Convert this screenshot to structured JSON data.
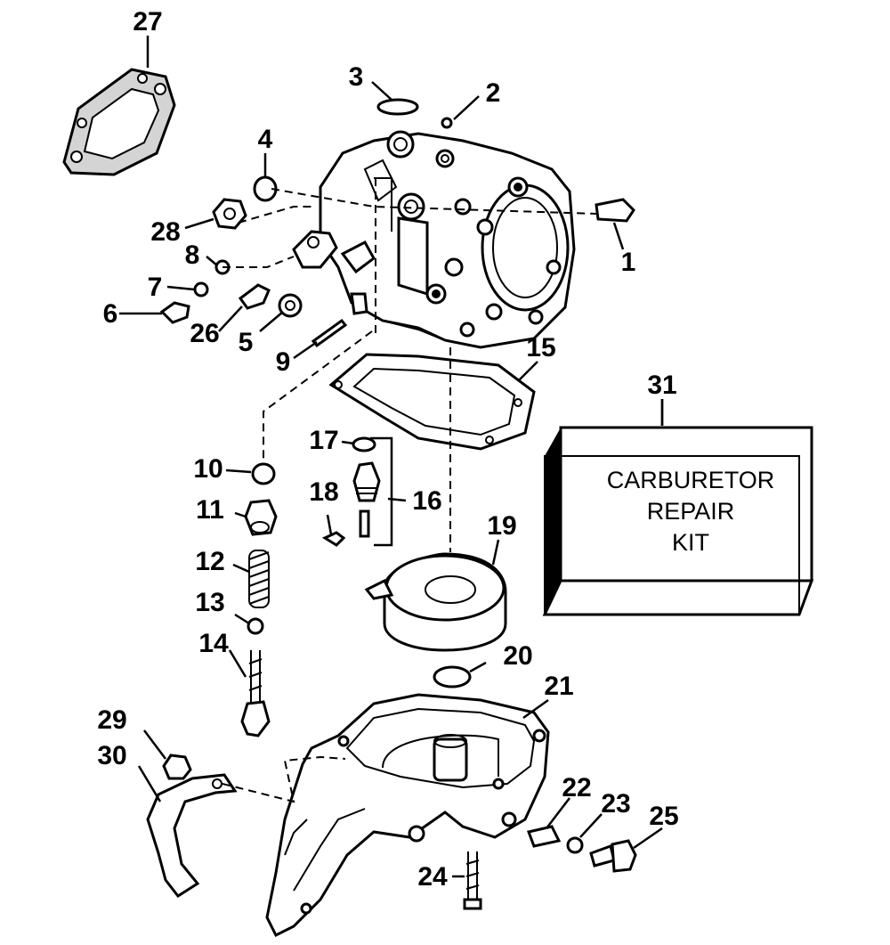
{
  "diagram": {
    "kit_box": {
      "lines": [
        "CARBURETOR",
        "REPAIR",
        "KIT"
      ]
    },
    "labels": [
      "1",
      "2",
      "3",
      "4",
      "5",
      "6",
      "7",
      "8",
      "9",
      "10",
      "11",
      "12",
      "13",
      "14",
      "15",
      "16",
      "17",
      "18",
      "19",
      "20",
      "21",
      "22",
      "23",
      "24",
      "25",
      "26",
      "27",
      "28",
      "29",
      "30",
      "31"
    ]
  }
}
